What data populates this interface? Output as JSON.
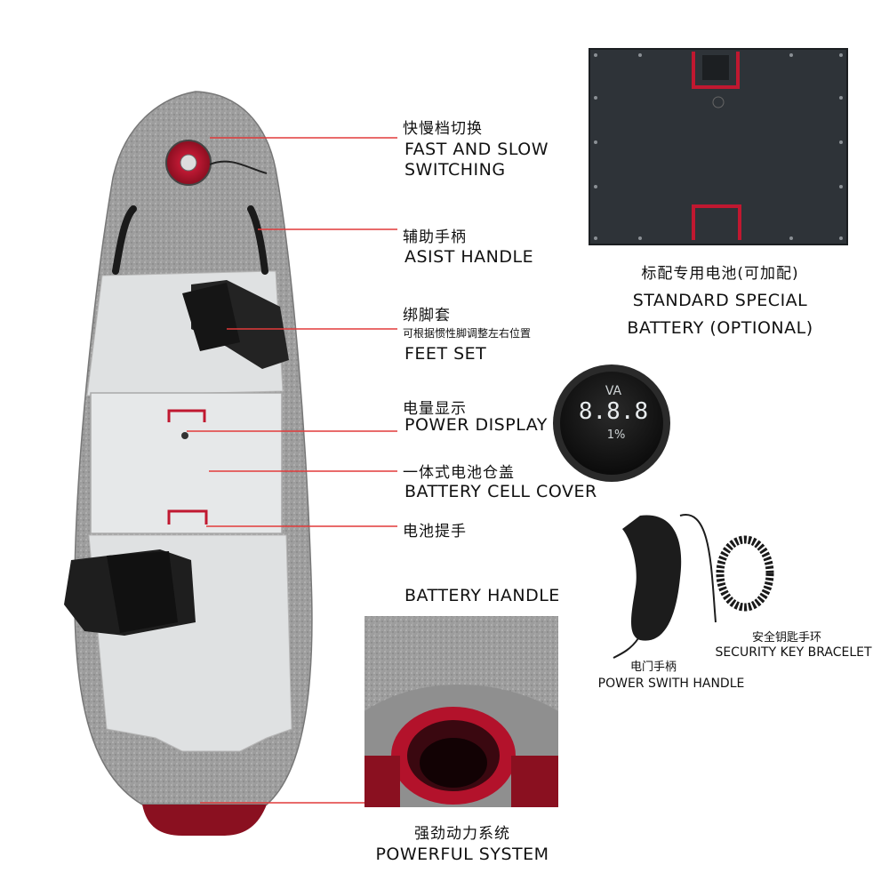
{
  "colors": {
    "leader": "#e23a3a",
    "board": "#9a9a9a",
    "accent": "#c01830",
    "pad": "#dcdedf",
    "battery_plate": "#2e3338"
  },
  "callouts": {
    "speed_switch": {
      "zh": "快慢档切换",
      "en1": "FAST AND SLOW",
      "en2": "SWITCHING"
    },
    "handle": {
      "zh": "辅助手柄",
      "en": "ASIST HANDLE"
    },
    "feet": {
      "zh": "绑脚套",
      "sub": "可根据惯性脚调整左右位置",
      "en": "FEET SET"
    },
    "display": {
      "zh": "电量显示",
      "en": "POWER DISPLAY"
    },
    "cover": {
      "zh": "一体式电池仓盖",
      "en": "BATTERY  CELL  COVER"
    },
    "bat_handle": {
      "zh": "电池提手",
      "en": "BATTERY HANDLE"
    },
    "system": {
      "zh": "强劲动力系统",
      "en": "POWERFUL SYSTEM"
    }
  },
  "battery": {
    "zh": "标配专用电池(可加配)",
    "en1": "STANDARD SPECIAL",
    "en2": "BATTERY (OPTIONAL)"
  },
  "meter": {
    "unit": "VA",
    "digits": "8.8.8",
    "percent": "1%"
  },
  "remote": {
    "handle_zh": "电门手柄",
    "handle_en": "POWER SWITH HANDLE",
    "bracelet_zh": "安全钥匙手环",
    "bracelet_en": "SECURITY KEY BRACELET"
  }
}
